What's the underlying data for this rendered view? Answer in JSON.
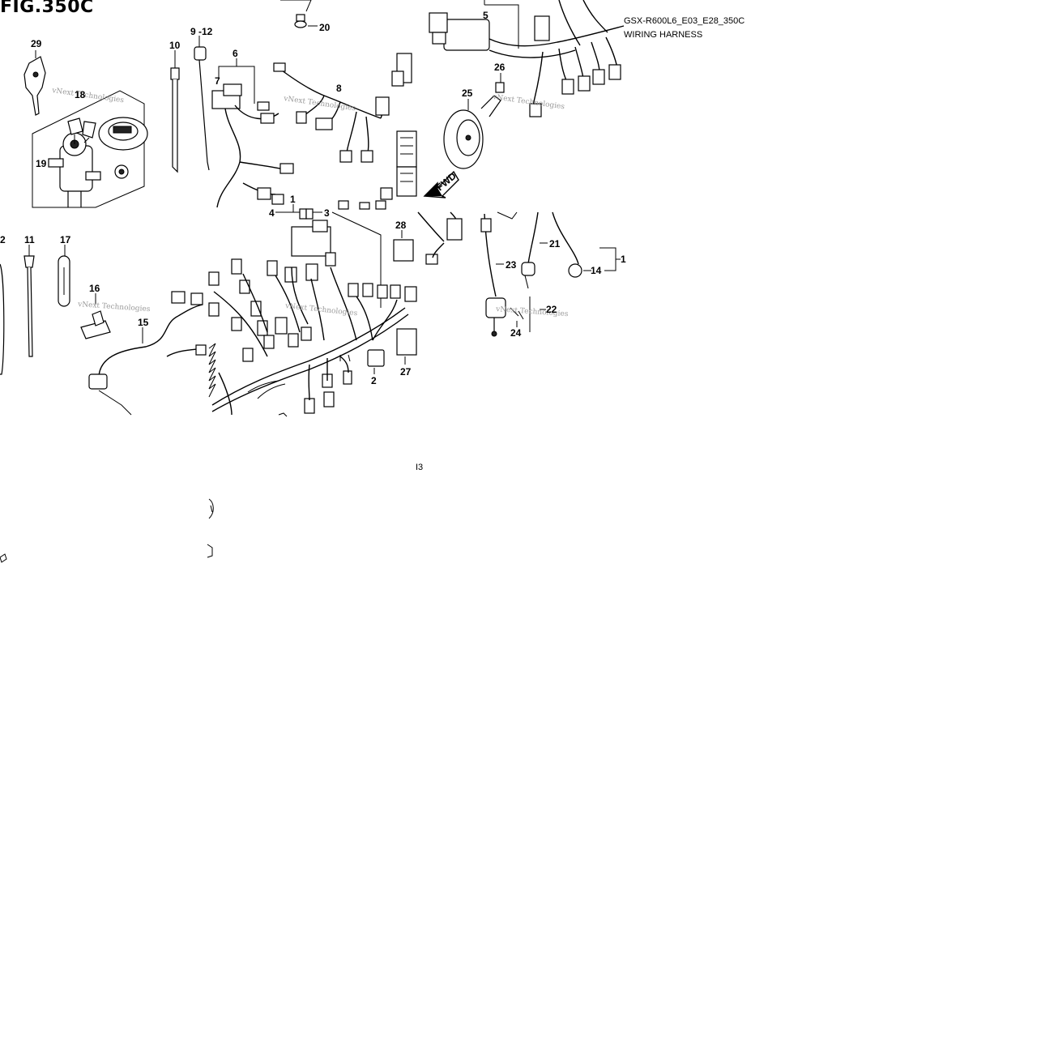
{
  "figure": {
    "title": "FIG.350C",
    "model_code": "GSX-R600L6_E03_E28_350C",
    "subtitle": "WIRING HARNESS"
  },
  "watermark": "vNext Technologies",
  "callouts": [
    {
      "id": "c29",
      "text": "29"
    },
    {
      "id": "c10",
      "text": "10"
    },
    {
      "id": "c9",
      "text": "9 -12"
    },
    {
      "id": "c6",
      "text": "6"
    },
    {
      "id": "c7",
      "text": "7"
    },
    {
      "id": "c8",
      "text": "8"
    },
    {
      "id": "c20",
      "text": "20"
    },
    {
      "id": "c5",
      "text": "5"
    },
    {
      "id": "c26",
      "text": "26"
    },
    {
      "id": "c25",
      "text": "25"
    },
    {
      "id": "c18",
      "text": "18"
    },
    {
      "id": "c19",
      "text": "19"
    },
    {
      "id": "c1a",
      "text": "1"
    },
    {
      "id": "c4",
      "text": "4"
    },
    {
      "id": "c3",
      "text": "3"
    },
    {
      "id": "c28",
      "text": "28"
    },
    {
      "id": "c21",
      "text": "21"
    },
    {
      "id": "c23",
      "text": "23"
    },
    {
      "id": "c14",
      "text": "14"
    },
    {
      "id": "c1b",
      "text": "1"
    },
    {
      "id": "c22",
      "text": "22"
    },
    {
      "id": "c24",
      "text": "24"
    },
    {
      "id": "c2a",
      "text": "2"
    },
    {
      "id": "c11",
      "text": "11"
    },
    {
      "id": "c17",
      "text": "17"
    },
    {
      "id": "c16",
      "text": "16"
    },
    {
      "id": "c15",
      "text": "15"
    },
    {
      "id": "c2b",
      "text": "2"
    },
    {
      "id": "c27",
      "text": "27"
    }
  ],
  "fwd_label": "FWD",
  "stray_text": "I3",
  "colors": {
    "line": "#000000",
    "watermark": "#9a9a9a",
    "background": "#ffffff"
  }
}
